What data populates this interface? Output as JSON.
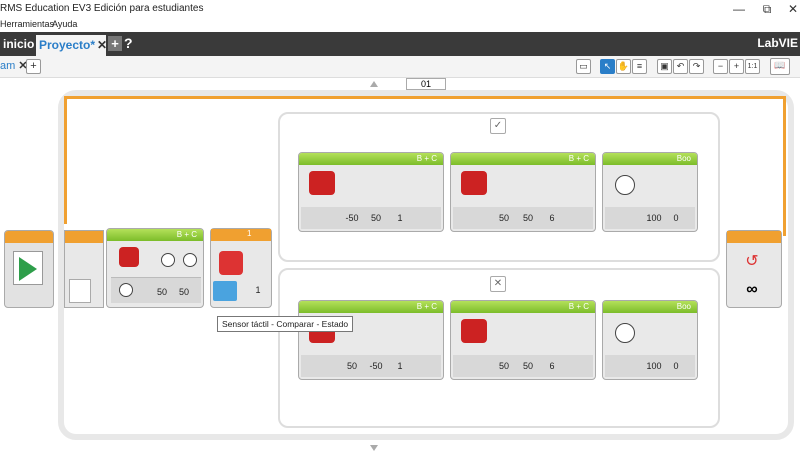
{
  "titlebar": {
    "title": "RMS Education EV3 Edición para estudiantes",
    "minimize": "—",
    "maximize": "⧉",
    "close": "✕"
  },
  "menu": {
    "tools": "Herramientas",
    "help": "Ayuda"
  },
  "tabs": {
    "inicio": "inicio",
    "proyecto": "Proyecto*",
    "close": "✕",
    "add": "+",
    "help": "?"
  },
  "brand": "LabVIE",
  "program_tab": {
    "label": "am",
    "close": "✕",
    "add": "+"
  },
  "toolbar": {
    "zoom_fit": "1:1"
  },
  "loop": {
    "label": "01",
    "infinity": "∞"
  },
  "switch": {
    "input_value": "1",
    "sensor_value": "1",
    "true_label": "✓",
    "false_label": "✕"
  },
  "move_block": {
    "ports": "B + C",
    "values": [
      "50",
      "50"
    ]
  },
  "true_branch": [
    {
      "ports": "B + C",
      "values": [
        "-50",
        "50",
        "1"
      ]
    },
    {
      "ports": "B + C",
      "values": [
        "50",
        "50",
        "6"
      ]
    },
    {
      "ports": "Boo",
      "values": [
        "100",
        "0"
      ]
    }
  ],
  "false_branch": [
    {
      "ports": "B + C",
      "values": [
        "50",
        "-50",
        "1"
      ]
    },
    {
      "ports": "B + C",
      "values": [
        "50",
        "50",
        "6"
      ]
    },
    {
      "ports": "Boo",
      "values": [
        "100",
        "0"
      ]
    }
  ],
  "tooltip": "Sensor táctil - Comparar - Estado"
}
